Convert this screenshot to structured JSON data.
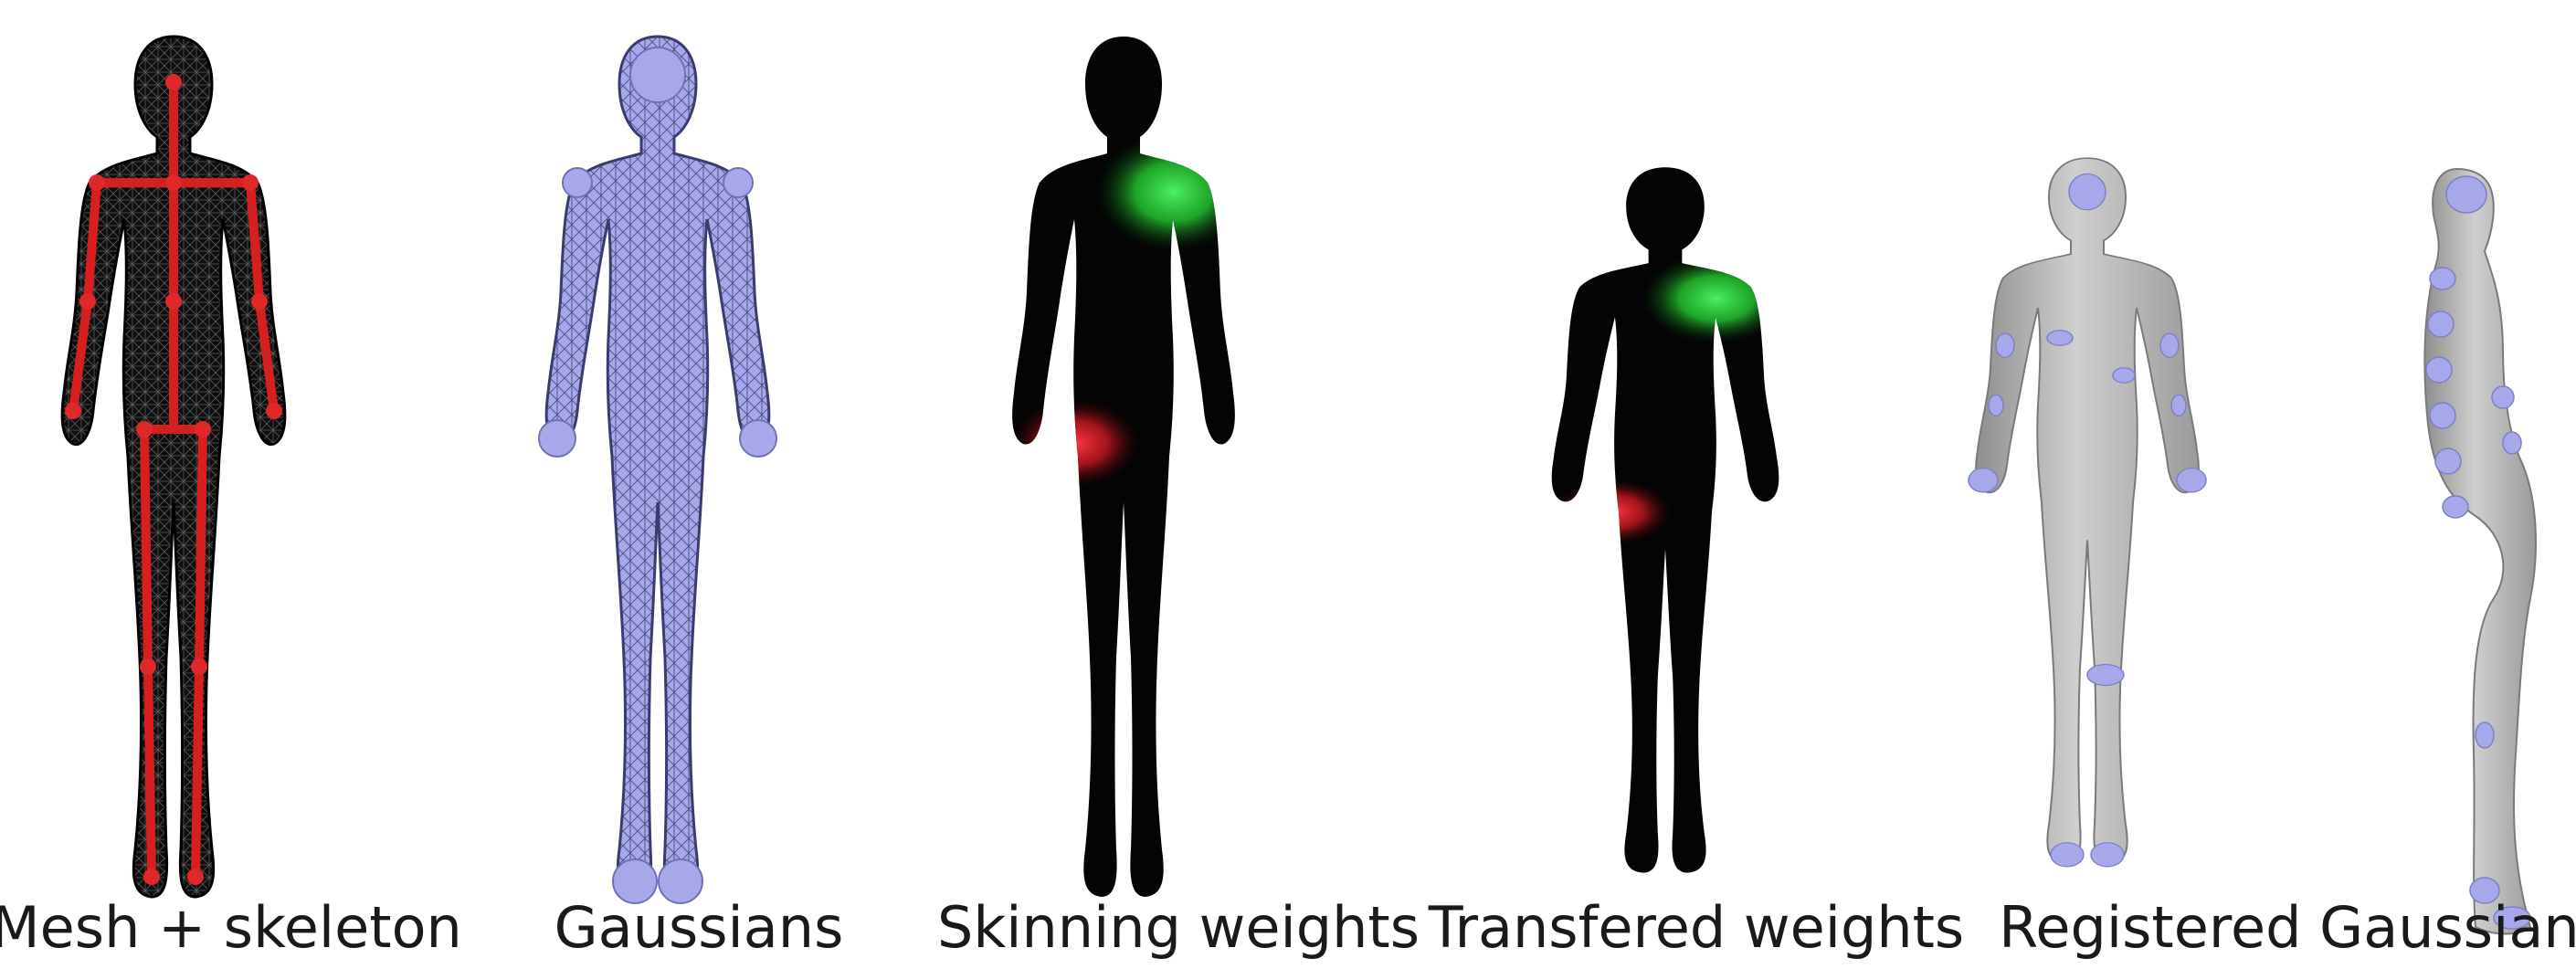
{
  "captions": {
    "mesh_skeleton": "Mesh + skeleton",
    "gaussians": "Gaussians",
    "skinning_weights": "Skinning weights",
    "transfered_weights": "Transfered weights",
    "registered_gaussians": "Registered Gaussians"
  },
  "colors": {
    "mesh_body": "#0e0e0e",
    "skeleton": "#d81f1f",
    "gaussian_fill": "#a6a8ea",
    "gaussian_edge": "#6f72b8",
    "weight_black": "#040404",
    "weight_green": "#2ee03a",
    "weight_red": "#f0202a",
    "scan_gray": "#bdbdbd"
  }
}
